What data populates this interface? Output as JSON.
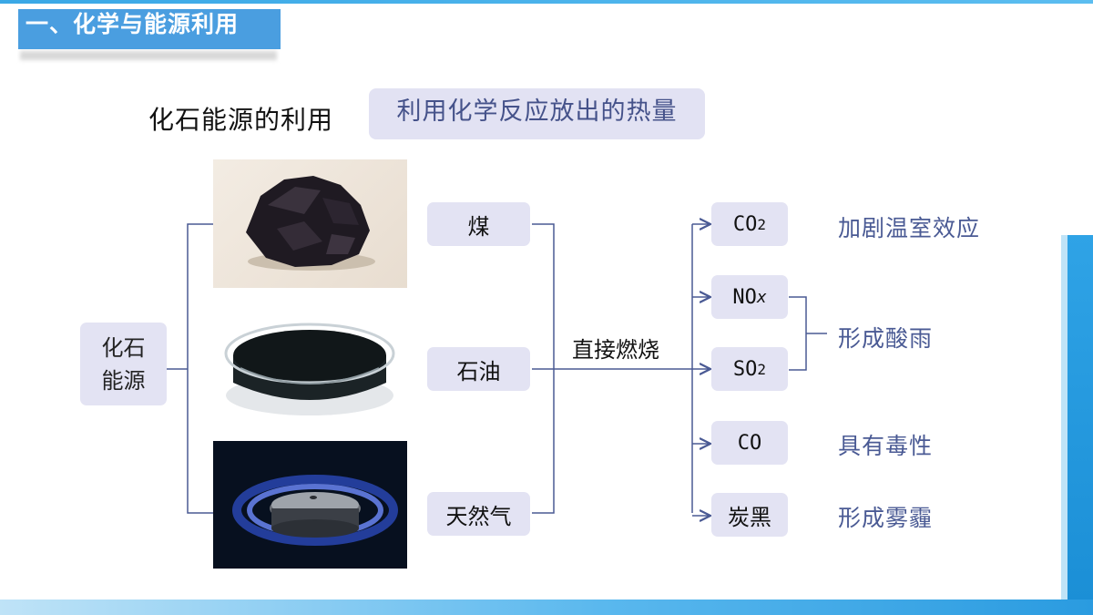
{
  "header": {
    "title": "一、化学与能源利用"
  },
  "heading": {
    "text": "化石能源的利用",
    "tag": "利用化学反应放出的热量"
  },
  "fossil_box": {
    "line1": "化石",
    "line2": "能源"
  },
  "sources": [
    {
      "label": "煤",
      "image": "coal-image"
    },
    {
      "label": "石油",
      "image": "oil-dish-image"
    },
    {
      "label": "天然气",
      "image": "gas-flame-image"
    }
  ],
  "action": "直接燃烧",
  "products": {
    "co2": {
      "base": "CO",
      "sub": "2"
    },
    "nox": {
      "base": "NO",
      "sub": "x"
    },
    "so2": {
      "base": "SO",
      "sub": "2"
    },
    "co": {
      "base": "CO"
    },
    "soot": {
      "label": "炭黑"
    }
  },
  "effects": {
    "greenhouse": "加剧温室效应",
    "acid_rain": "形成酸雨",
    "toxic": "具有毒性",
    "smog": "形成雾霾"
  },
  "colors": {
    "accent": "#4a9ee0",
    "box": "#e3e3f3",
    "line": "#4a5a94",
    "effect_text": "#4a5a94"
  }
}
